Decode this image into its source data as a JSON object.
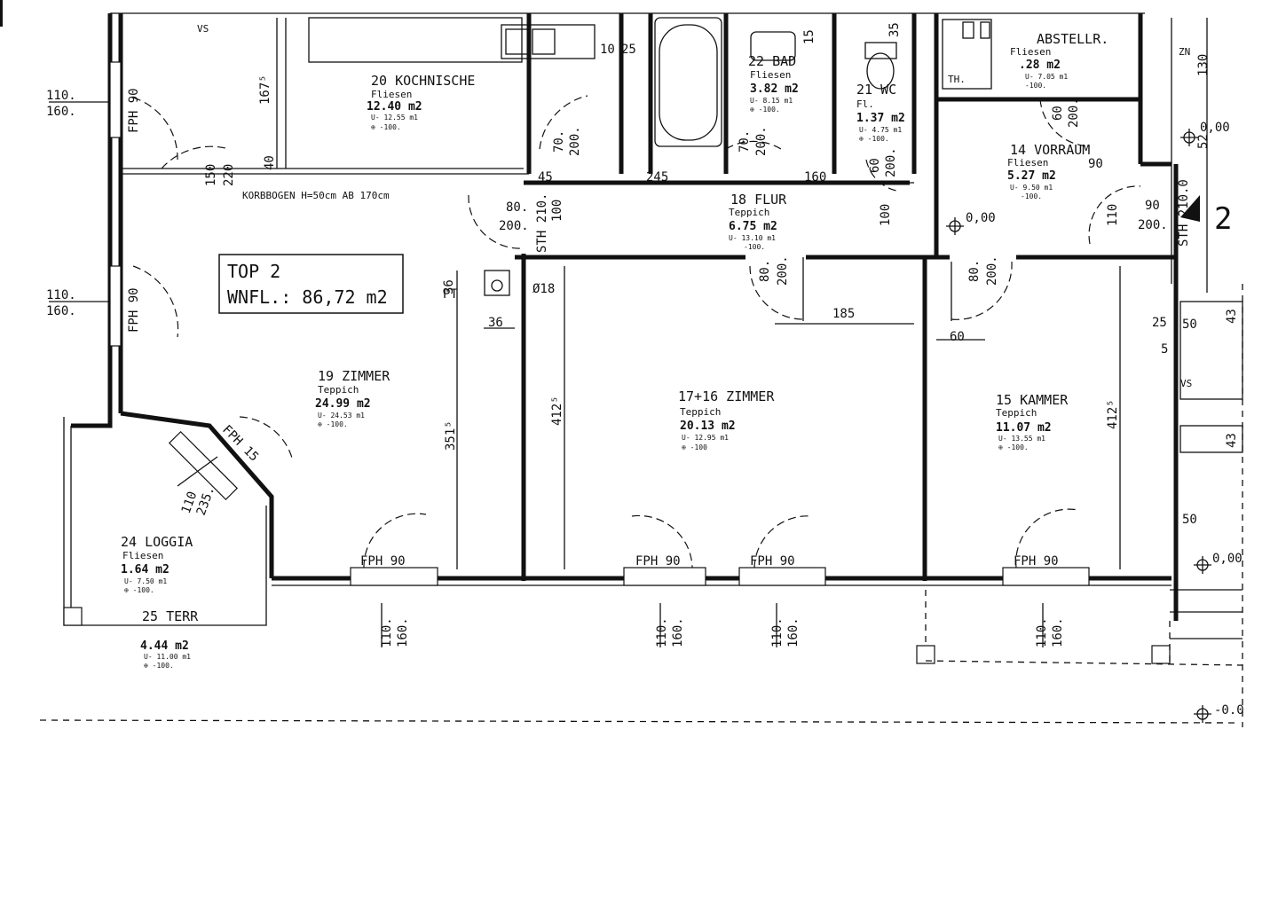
{
  "unit": {
    "title": "TOP 2",
    "area": "WNFL.: 86,72 m2"
  },
  "rooms": {
    "kochnische": {
      "name": "20 KOCHNISCHE",
      "floor": "Fliesen",
      "area": "12.40 m2",
      "u": "U- 12.55 m1",
      "level": "⊕ -100."
    },
    "bad": {
      "name": "22 BAD",
      "floor": "Fliesen",
      "area": "3.82 m2",
      "u": "U- 8.15 m1",
      "level": "⊕ -100."
    },
    "wc": {
      "name": "21 WC",
      "floor": "Fl.",
      "area": "1.37 m2",
      "u": "U- 4.75 m1",
      "level": "⊕ -100."
    },
    "abstell": {
      "name": "ABSTELLR.",
      "floor": "Fliesen",
      "area": ".28 m2",
      "u": "U- 7.05 m1",
      "level": "-100."
    },
    "vorraum": {
      "name": "14 VORRAUM",
      "floor": "Fliesen",
      "area": "5.27 m2",
      "u": "U- 9.50 m1",
      "level": "-100."
    },
    "flur": {
      "name": "18 FLUR",
      "floor": "Teppich",
      "area": "6.75 m2",
      "u": "U- 13.10 m1",
      "level": "-100."
    },
    "zimmer19": {
      "name": "19 ZIMMER",
      "floor": "Teppich",
      "area": "24.99 m2",
      "u": "U- 24.53 m1",
      "level": "⊕ -100."
    },
    "zimmer1716": {
      "name": "17+16 ZIMMER",
      "floor": "Teppich",
      "area": "20.13 m2",
      "u": "U- 12.95 m1",
      "level": "⊕ -100"
    },
    "kammer": {
      "name": "15 KAMMER",
      "floor": "Teppich",
      "area": "11.07 m2",
      "u": "U- 13.55 m1",
      "level": "⊕ -100."
    },
    "loggia": {
      "name": "24 LOGGIA",
      "floor": "Fliesen",
      "area": "1.64 m2",
      "u": "U- 7.50 m1",
      "level": "⊕ -100."
    },
    "terr": {
      "name": "25 TERR",
      "area": "4.44 m2",
      "u": "U- 11.00 m1",
      "level": "⊕ -100."
    }
  },
  "labels": {
    "vs": "VS",
    "korbbogen": "KORBBOGEN H=50cm AB 170cm",
    "fph90": "FPH 90",
    "fph15": "FPH 15",
    "th": "TH.",
    "zn": "ZN",
    "sth1": "STH 210.",
    "sth2": "STH 210.0",
    "pt": "PT",
    "dia": "Ø18",
    "big2": "2"
  },
  "dimensions": {
    "d110_160": "110.",
    "d160": "160.",
    "d167": "167⁵",
    "d150": "150",
    "d220": "220",
    "d40": "40",
    "d10": "10",
    "d25": "25",
    "d15": "15",
    "d35": "35",
    "d45": "45",
    "d245": "245",
    "d160b": "160",
    "d70": "70.",
    "d200": "200.",
    "d80": "80.",
    "d60": "60",
    "d100": "100",
    "d90": "90",
    "d110": "110",
    "d130": "130",
    "d52": "52",
    "d185": "185",
    "d36": "36",
    "d351": "351⁵",
    "d412": "412⁵",
    "d50": "50",
    "d5": "5",
    "d43": "43",
    "d110_235": "110",
    "d235": "235.",
    "lvl0": "0,00",
    "lvl0b": "-0.0"
  }
}
